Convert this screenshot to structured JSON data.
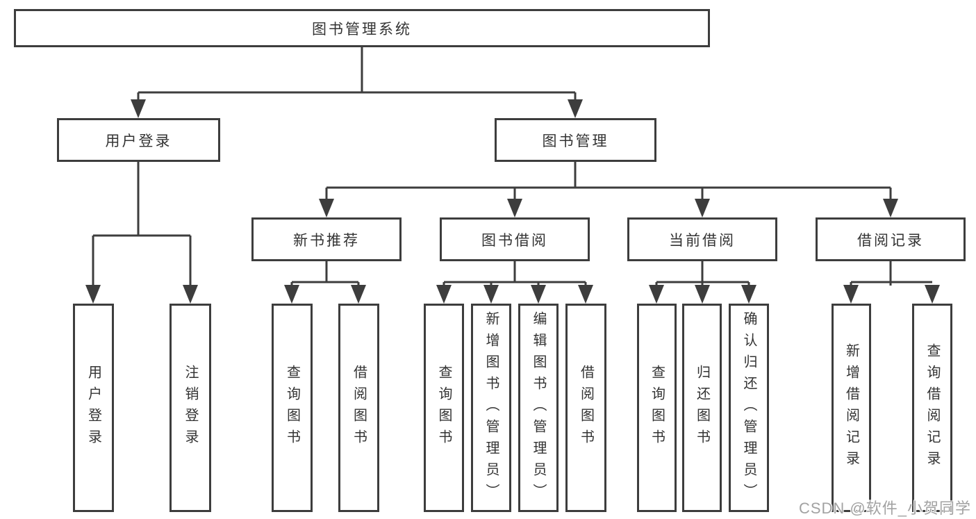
{
  "tree": {
    "root": "图书管理系统",
    "children": [
      {
        "label": "用户登录",
        "children": [
          "用户登录",
          "注销登录"
        ]
      },
      {
        "label": "图书管理",
        "children": [
          {
            "label": "新书推荐",
            "children": [
              "查询图书",
              "借阅图书"
            ]
          },
          {
            "label": "图书借阅",
            "children": [
              "查询图书",
              "新增图书（管理员）",
              "编辑图书（管理员）",
              "借阅图书"
            ]
          },
          {
            "label": "当前借阅",
            "children": [
              "查询图书",
              "归还图书",
              "确认归还（管理员）"
            ]
          },
          {
            "label": "借阅记录",
            "children": [
              "新增借阅记录",
              "查询借阅记录"
            ]
          }
        ]
      }
    ]
  },
  "watermark": "CSDN @软件_小贺同学",
  "colors": {
    "line": "#3d3d3d",
    "text": "#333333",
    "background": "#ffffff",
    "watermark": "#a2a2a2"
  }
}
